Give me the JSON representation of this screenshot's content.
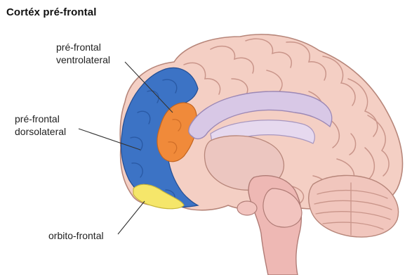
{
  "title": "Cortéx pré-frontal",
  "labels": {
    "ventrolateral": {
      "line1": "pré-frontal",
      "line2": "ventrolateral"
    },
    "dorsolateral": {
      "line1": "pré-frontal",
      "line2": "dorsolateral"
    },
    "orbitofrontal": {
      "line1": "orbito-frontal"
    }
  },
  "colors": {
    "cortex": "#f4cfc4",
    "cortex_outline": "#b7867a",
    "dorsolateral_region": "#3c73c5",
    "ventrolateral_region": "#f08a3a",
    "orbitofrontal_region": "#f5e66a",
    "corpus_callosum": "#d8c8e6",
    "brainstem": "#eeb8b4"
  }
}
